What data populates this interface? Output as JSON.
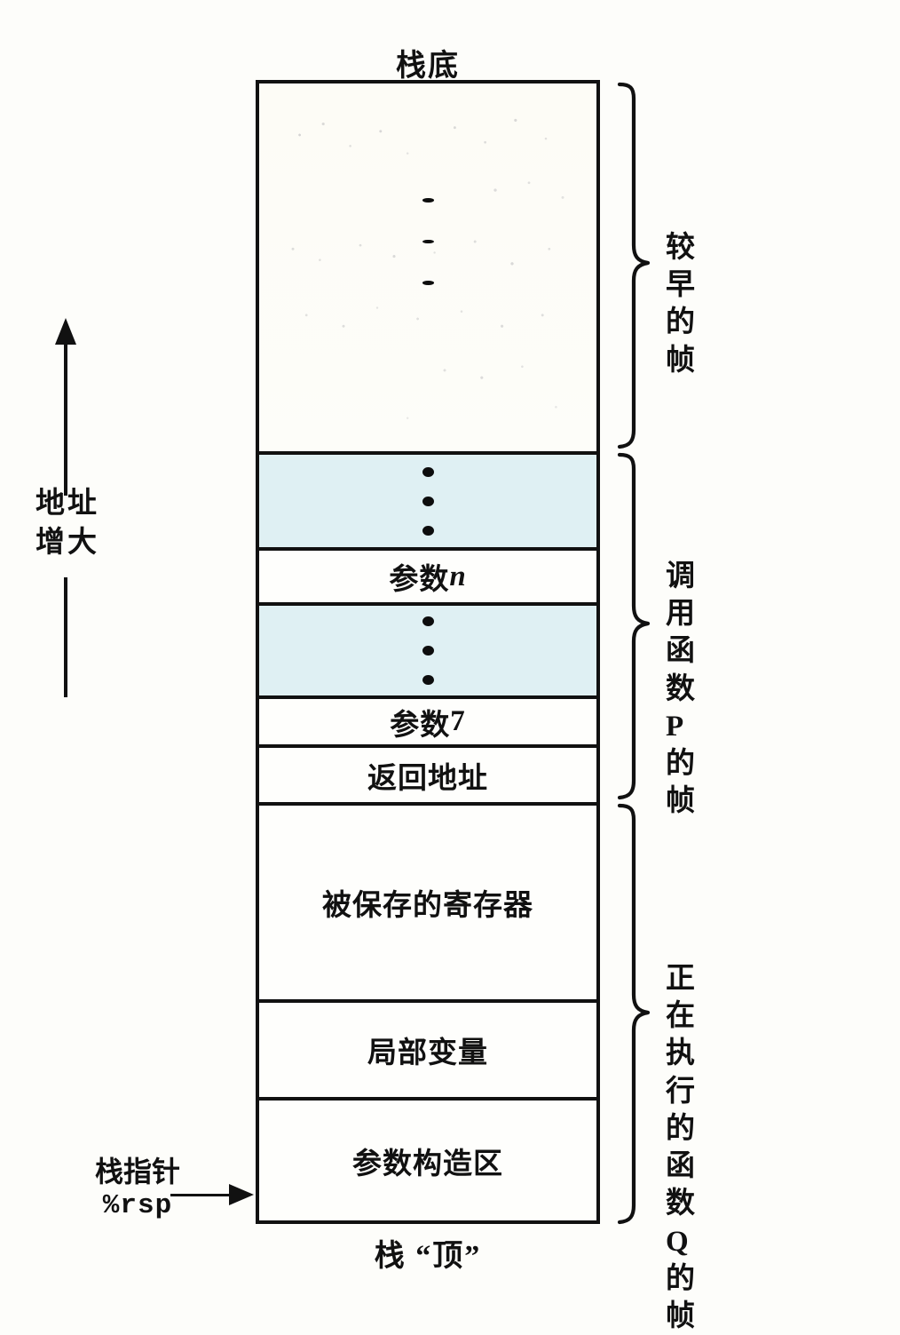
{
  "figure": {
    "top_caption": "栈底",
    "bottom_caption": "栈 “顶”"
  },
  "left_annotations": {
    "address_direction": "地址\n增大",
    "stack_pointer_label": "栈指针",
    "stack_pointer_register": "%rsp"
  },
  "stack": {
    "cells": [
      {
        "id": "earlier-frames-region",
        "label": "",
        "ellipsis": true,
        "fill": "#fdfcf6"
      },
      {
        "id": "args-gap-upper",
        "label": "",
        "ellipsis": true,
        "fill": "#dff0f3"
      },
      {
        "id": "argument-n",
        "label": "参数",
        "suffix": "n",
        "suffix_style": "italic",
        "fill": "#fefefc"
      },
      {
        "id": "args-gap-lower",
        "label": "",
        "ellipsis": true,
        "fill": "#dff0f3"
      },
      {
        "id": "argument-7",
        "label": "参数",
        "suffix": "7",
        "suffix_style": "roman",
        "fill": "#fefefc"
      },
      {
        "id": "return-address",
        "label": "返回地址",
        "fill": "#fefefc"
      },
      {
        "id": "saved-registers",
        "label": "被保存的寄存器",
        "fill": "#fefefc"
      },
      {
        "id": "local-variables",
        "label": "局部变量",
        "fill": "#fefefc"
      },
      {
        "id": "argument-build-area",
        "label": "参数构造区",
        "fill": "#fefefc"
      }
    ]
  },
  "right_braces": [
    {
      "id": "earlier-frames",
      "label": "较早的帧"
    },
    {
      "id": "caller-frame-p",
      "label": "调用函数\nP的帧"
    },
    {
      "id": "callee-frame-q",
      "label": "正在执行的\n函数Q的帧"
    }
  ],
  "colors": {
    "page_background": "#fdfdfa",
    "cell_background": "#fefefc",
    "gap_fill": "#dff0f3",
    "stroke": "#111111",
    "faded_region": "#fdfcf6"
  }
}
